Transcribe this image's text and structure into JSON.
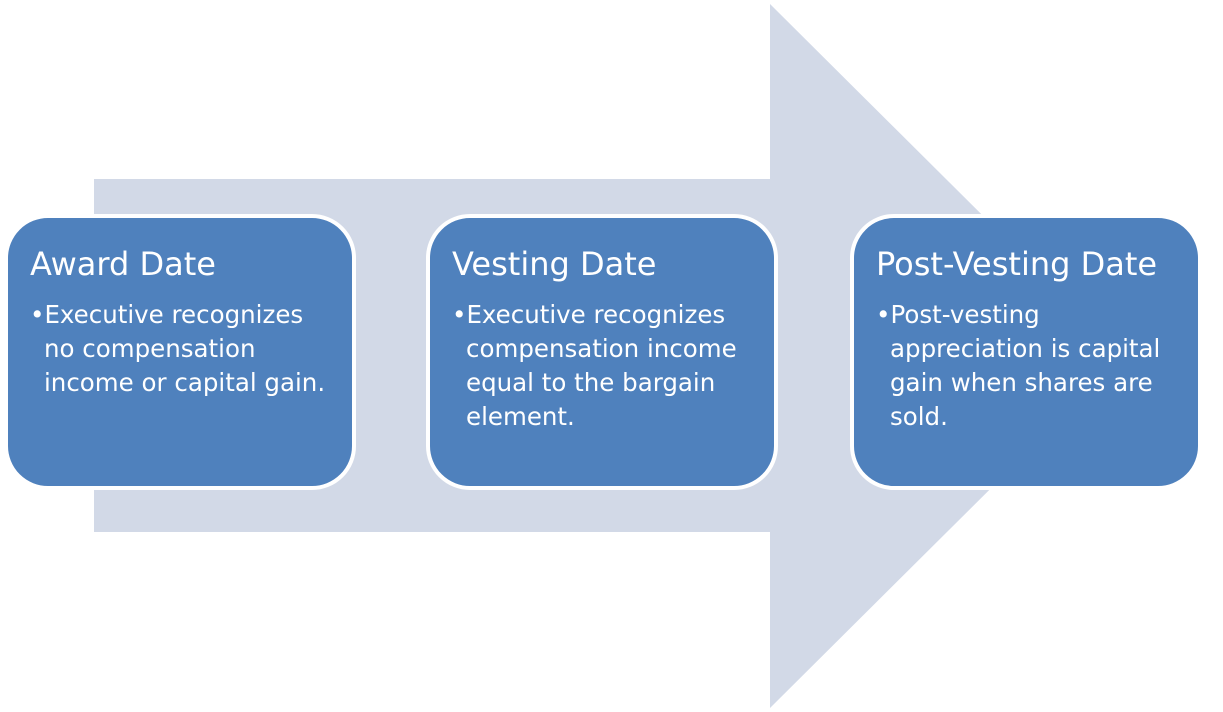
{
  "colors": {
    "arrow_fill": "#d2d9e7",
    "stage_fill": "#4f81bd",
    "stage_border": "#ffffff",
    "text": "#ffffff"
  },
  "stages": [
    {
      "title": "Award Date",
      "text": "•Executive recognizes no compensation income or capital gain."
    },
    {
      "title": "Vesting Date",
      "text": "•Executive recognizes compensation income equal to the bargain element."
    },
    {
      "title": "Post-Vesting Date",
      "text": "•Post-vesting appreciation is capital gain when shares are sold."
    }
  ]
}
